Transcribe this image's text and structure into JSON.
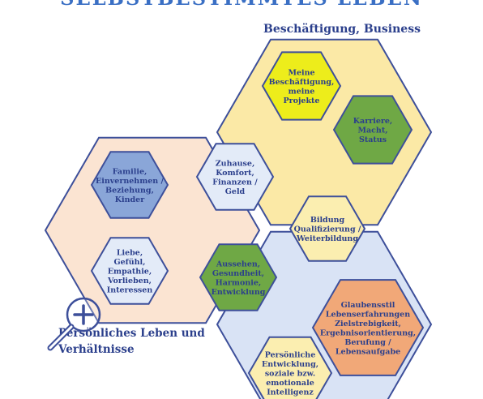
{
  "title": "SELBSTBESTIMMTES LEBEN",
  "regions": {
    "business": "Beschäftigung, Business",
    "personal": [
      "Persönliches Leben und",
      "Verhältnisse"
    ]
  },
  "hexagons": {
    "projekte": [
      "Meine",
      "Beschäftigung,",
      "meine",
      "Projekte"
    ],
    "karriere": [
      "Karriere,",
      "Macht,",
      "Status"
    ],
    "familie": [
      "Familie,",
      "Einvernehmen /",
      "Beziehung,",
      "Kinder"
    ],
    "liebe": [
      "Liebe,",
      "Gefühl,",
      "Empathie,",
      "Vorlieben,",
      "Interessen"
    ],
    "zuhause": [
      "Zuhause,",
      "Komfort,",
      "Finanzen /",
      "Geld"
    ],
    "bildung": [
      "Bildung",
      "Qualifizierung /",
      "Weiterbildung"
    ],
    "aussehen": [
      "Aussehen,",
      "Gesundheit,",
      "Harmonie,",
      "Entwicklung"
    ],
    "glaubensstil": [
      "Glaubensstil",
      "Lebenserfahrungen",
      "Zielstrebigkeit,",
      "Ergebnisorientierung,",
      "Berufung /",
      "Lebensaufgabe"
    ],
    "persoenliche": [
      "Persönliche",
      "Entwicklung,",
      "soziale bzw.",
      "emotionale",
      "Intelligenz"
    ]
  },
  "icons": {
    "magnifier": "zoom-in-icon"
  },
  "colors": {
    "text": "#2b3f8c",
    "title": "#3a6fc4",
    "outline": "#3d4f9a",
    "yellowRegion": "#fbe9a6",
    "peachRegion": "#fbe4d2",
    "blueRegion": "#d9e3f5",
    "yellowHex": "#eded1b",
    "greenHex": "#6fa845",
    "blueHex": "#8aa6d8",
    "lightBlueHex": "#e3ebf8",
    "lightYellowHex": "#fbeeb0",
    "orangeHex": "#f1a878"
  }
}
